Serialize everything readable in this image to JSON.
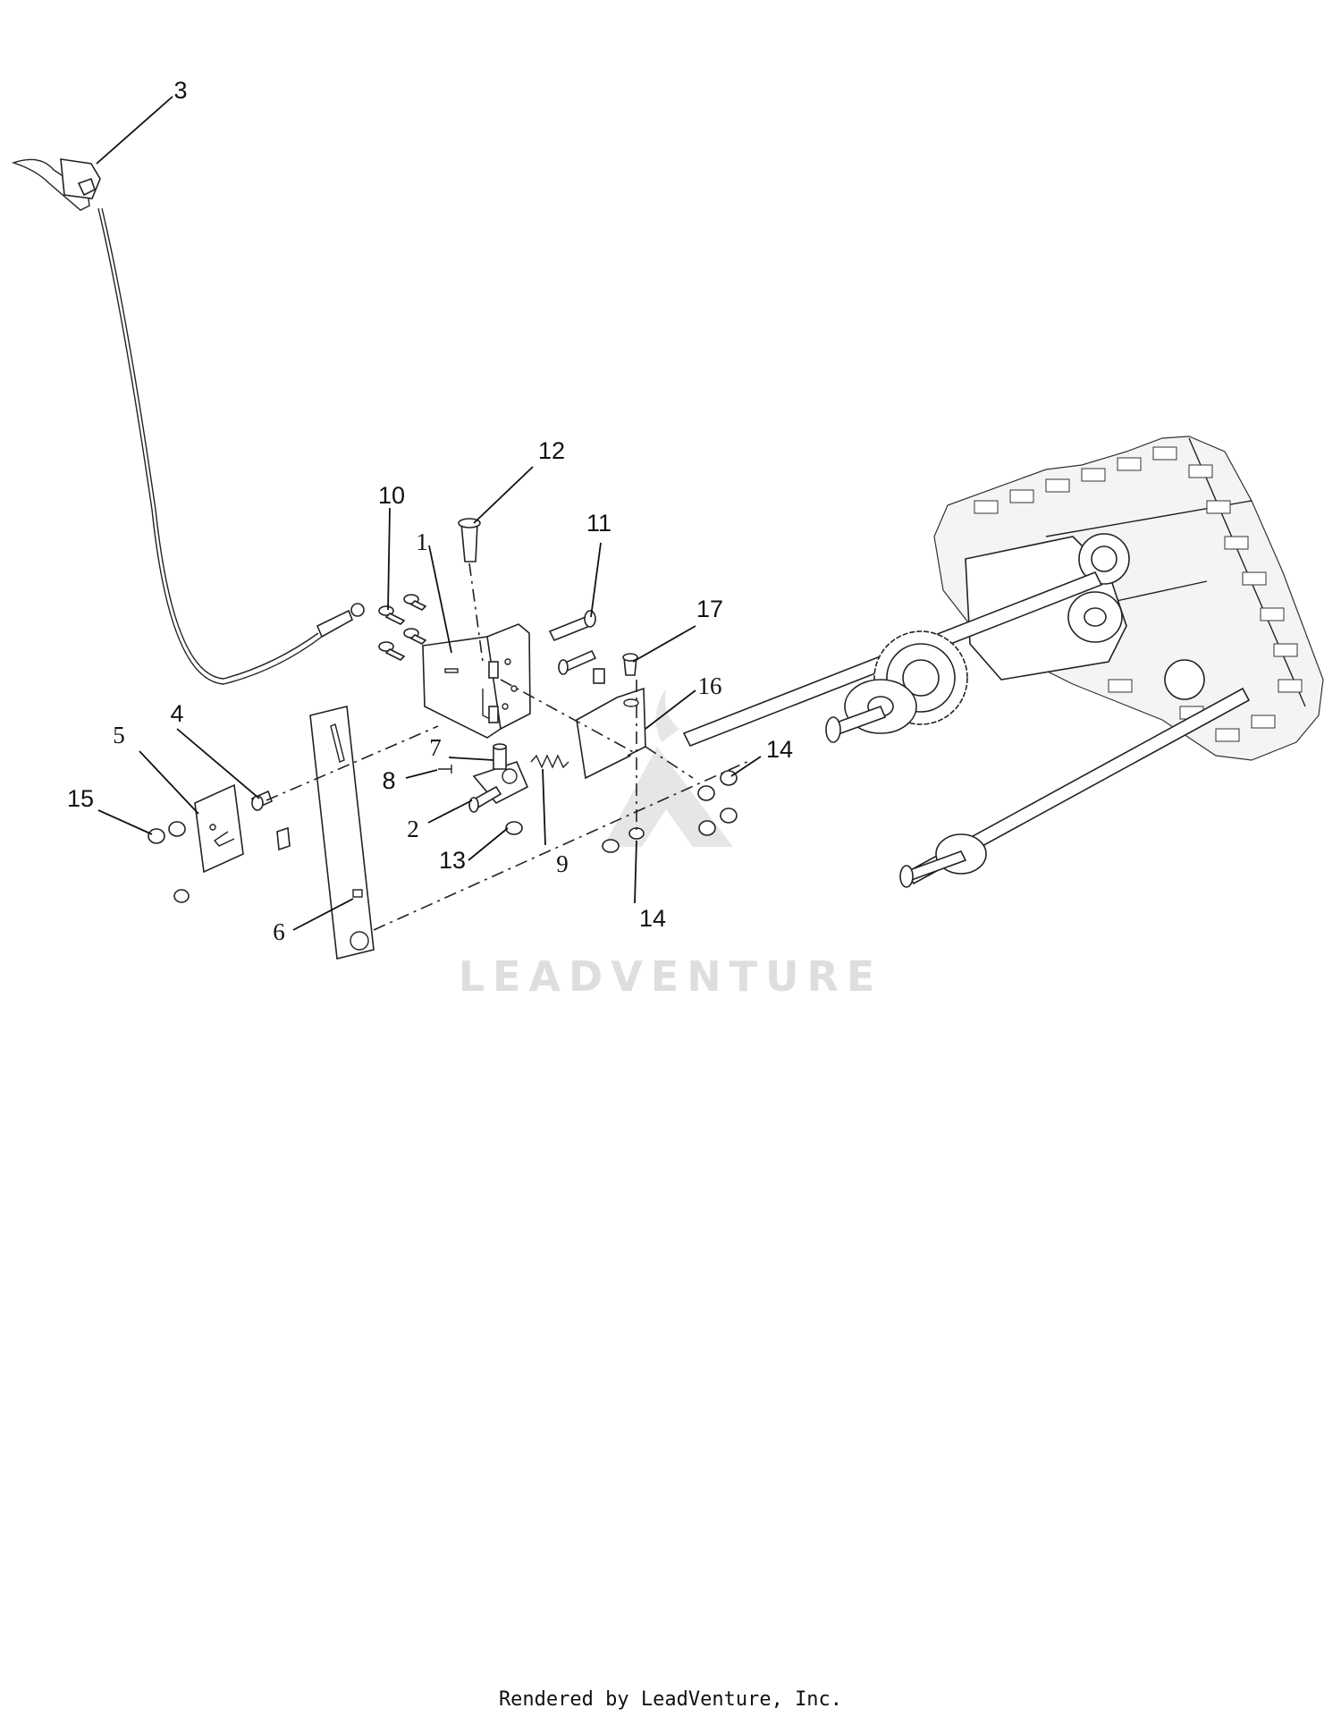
{
  "callouts": [
    {
      "id": "1",
      "style": "serif"
    },
    {
      "id": "2",
      "style": "serif"
    },
    {
      "id": "3",
      "style": "sans"
    },
    {
      "id": "4",
      "style": "sans"
    },
    {
      "id": "5",
      "style": "serif"
    },
    {
      "id": "6",
      "style": "serif"
    },
    {
      "id": "7",
      "style": "serif"
    },
    {
      "id": "8",
      "style": "sans"
    },
    {
      "id": "9",
      "style": "serif"
    },
    {
      "id": "10",
      "style": "sans"
    },
    {
      "id": "11",
      "style": "sans"
    },
    {
      "id": "12",
      "style": "sans"
    },
    {
      "id": "13",
      "style": "sans"
    },
    {
      "id": "14",
      "style": "sans"
    },
    {
      "id": "14",
      "style": "sans"
    },
    {
      "id": "15",
      "style": "sans"
    },
    {
      "id": "16",
      "style": "serif"
    },
    {
      "id": "17",
      "style": "sans"
    }
  ],
  "watermark": "LEADVENTURE",
  "footer": "Rendered by LeadVenture, Inc.",
  "colors": {
    "line": "#222222",
    "watermark": "#dedede",
    "background": "#ffffff"
  }
}
